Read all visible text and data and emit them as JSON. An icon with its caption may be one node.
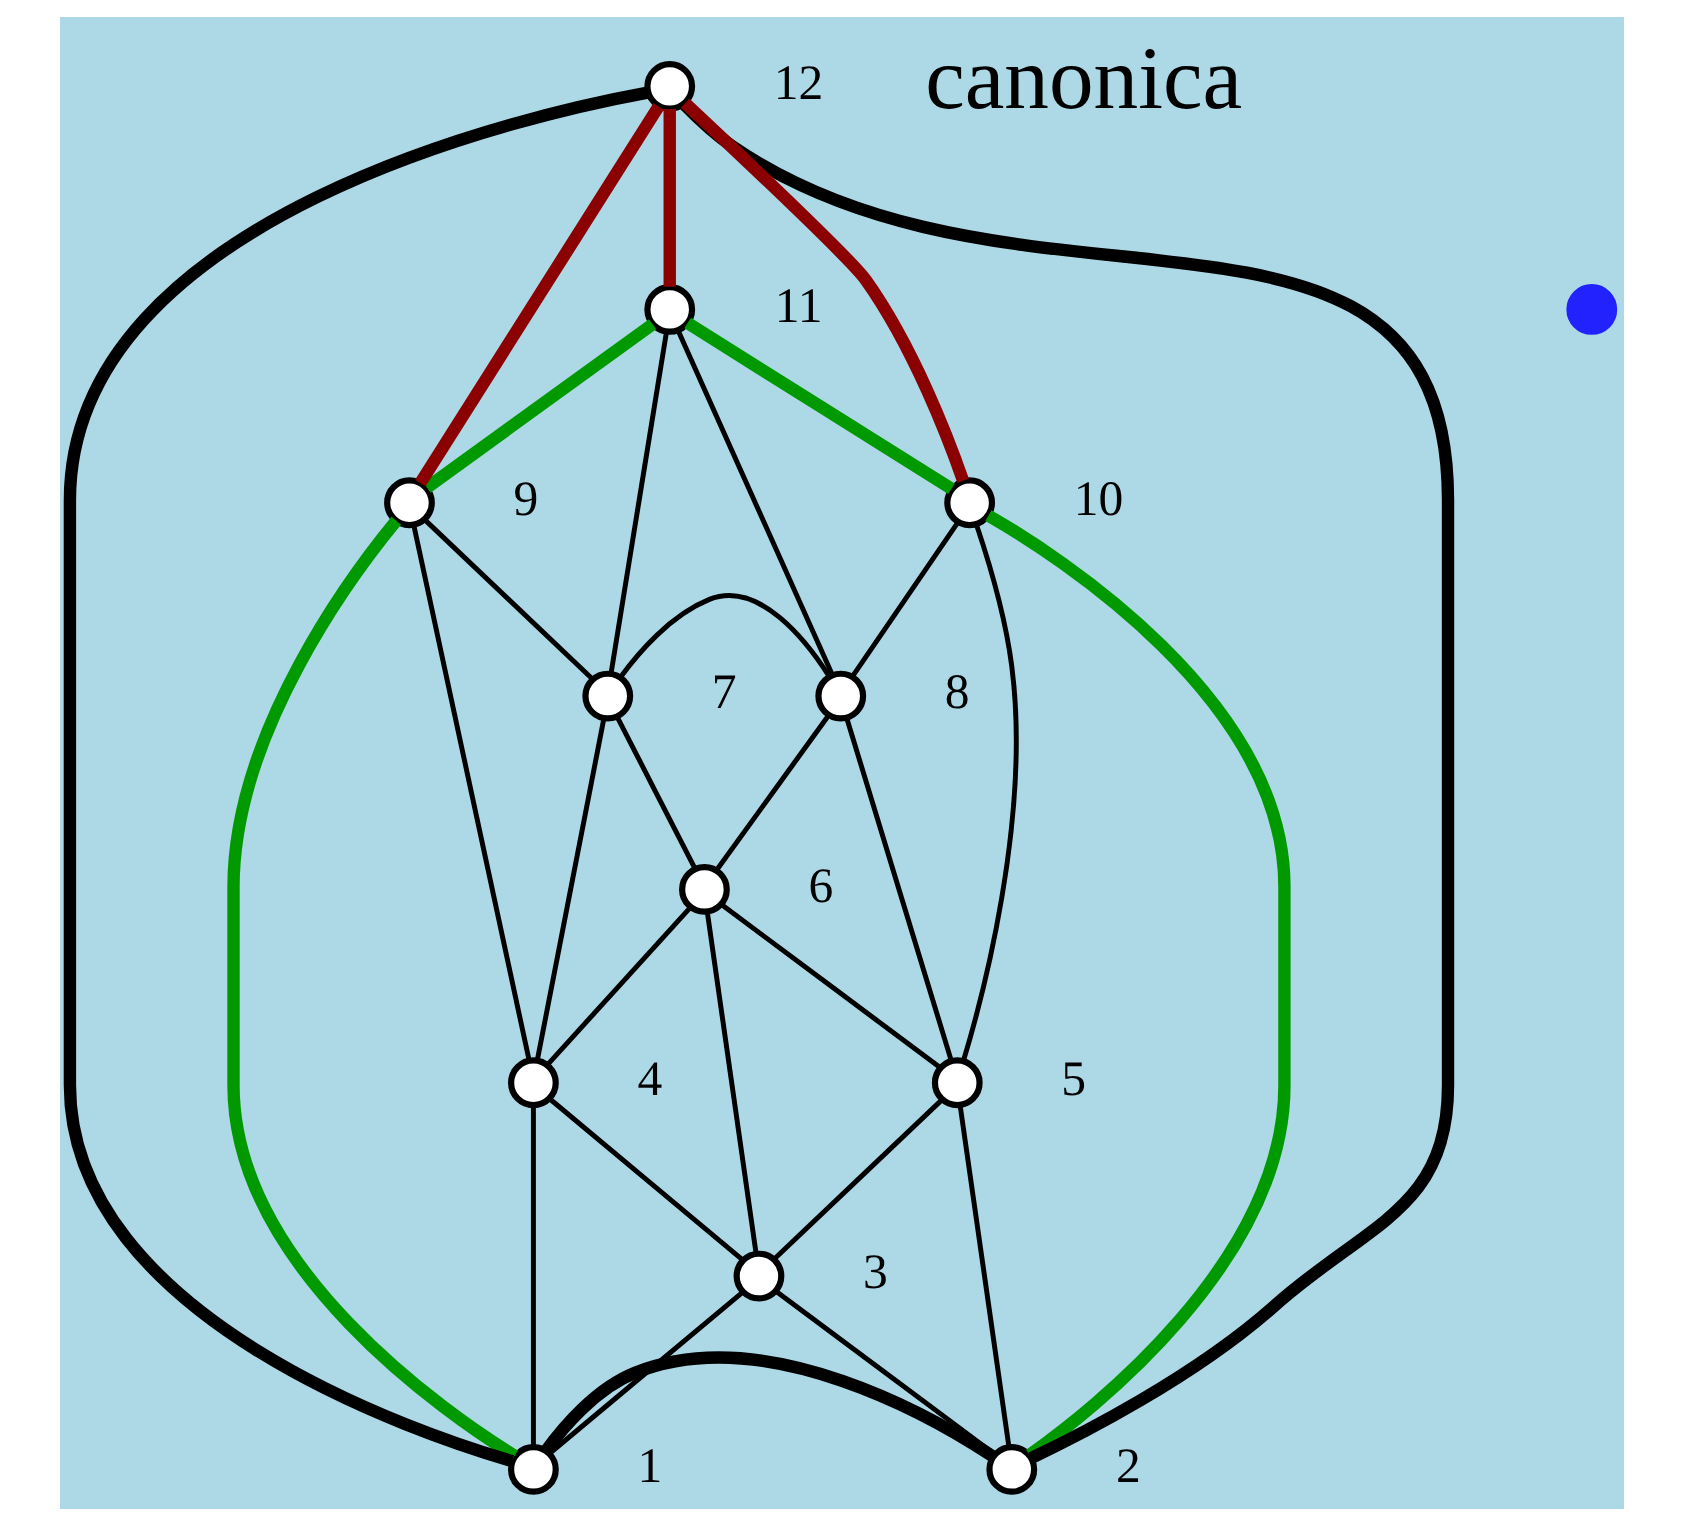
{
  "diagram": {
    "nodes": [
      {
        "text": [],
        "shape": "circle",
        "beside": [
          "1"
        ]
      },
      {
        "text": [],
        "shape": "circle",
        "beside": [
          "2"
        ]
      },
      {
        "text": [],
        "shape": "circle",
        "beside": [
          "3"
        ]
      },
      {
        "text": [],
        "shape": "circle",
        "beside": [
          "4"
        ]
      },
      {
        "text": [],
        "shape": "circle",
        "beside": [
          "5"
        ]
      },
      {
        "text": [],
        "shape": "circle",
        "beside": [
          "6"
        ]
      },
      {
        "text": [],
        "shape": "circle",
        "beside": [
          "7"
        ]
      },
      {
        "text": [],
        "shape": "circle",
        "beside": [
          "8"
        ]
      },
      {
        "text": [],
        "shape": "circle",
        "beside": [
          "9"
        ]
      },
      {
        "text": [],
        "shape": "circle",
        "beside": [
          "10"
        ]
      },
      {
        "text": [],
        "shape": "circle",
        "beside": [
          "11"
        ]
      },
      {
        "text": [],
        "shape": "circle",
        "beside": [
          "12"
        ]
      },
      {
        "text": [],
        "shape": "circle"
      }
    ],
    "edges": [
      {
        "from": 11,
        "to": 0,
        "arrow": "none",
        "style": "thick"
      },
      {
        "from": 11,
        "to": 1,
        "arrow": "none",
        "style": "thick"
      },
      {
        "from": 0,
        "to": 1,
        "arrow": "none",
        "style": "thick"
      },
      {
        "from": 11,
        "to": 8,
        "arrow": "none",
        "style": "thick",
        "color": "#8b0000"
      },
      {
        "from": 11,
        "to": 10,
        "arrow": "none",
        "style": "thick",
        "color": "#8b0000"
      },
      {
        "from": 11,
        "to": 9,
        "arrow": "none",
        "style": "thick",
        "color": "#8b0000"
      },
      {
        "from": 10,
        "to": 8,
        "arrow": "none",
        "style": "thick",
        "color": "#009900"
      },
      {
        "from": 10,
        "to": 9,
        "arrow": "none",
        "style": "thick",
        "color": "#009900"
      },
      {
        "from": 8,
        "to": 0,
        "arrow": "none",
        "style": "thick",
        "color": "#009900"
      },
      {
        "from": 9,
        "to": 1,
        "arrow": "none",
        "style": "thick",
        "color": "#009900"
      },
      {
        "from": 10,
        "to": 6,
        "arrow": "none"
      },
      {
        "from": 10,
        "to": 7,
        "arrow": "none"
      },
      {
        "from": 8,
        "to": 6,
        "arrow": "none"
      },
      {
        "from": 9,
        "to": 7,
        "arrow": "none"
      },
      {
        "from": 6,
        "to": 7,
        "arrow": "none"
      },
      {
        "from": 8,
        "to": 3,
        "arrow": "none"
      },
      {
        "from": 9,
        "to": 4,
        "arrow": "none"
      },
      {
        "from": 6,
        "to": 3,
        "arrow": "none"
      },
      {
        "from": 6,
        "to": 5,
        "arrow": "none"
      },
      {
        "from": 7,
        "to": 5,
        "arrow": "none"
      },
      {
        "from": 7,
        "to": 4,
        "arrow": "none"
      },
      {
        "from": 5,
        "to": 3,
        "arrow": "none"
      },
      {
        "from": 5,
        "to": 4,
        "arrow": "none"
      },
      {
        "from": 5,
        "to": 2,
        "arrow": "none"
      },
      {
        "from": 3,
        "to": 2,
        "arrow": "none"
      },
      {
        "from": 4,
        "to": 2,
        "arrow": "none"
      },
      {
        "from": 3,
        "to": 0,
        "arrow": "none"
      },
      {
        "from": 4,
        "to": 1,
        "arrow": "none"
      },
      {
        "from": 2,
        "to": 0,
        "arrow": "none"
      },
      {
        "from": 2,
        "to": 1,
        "arrow": "none"
      }
    ],
    "labels": [
      "canonica"
    ]
  }
}
